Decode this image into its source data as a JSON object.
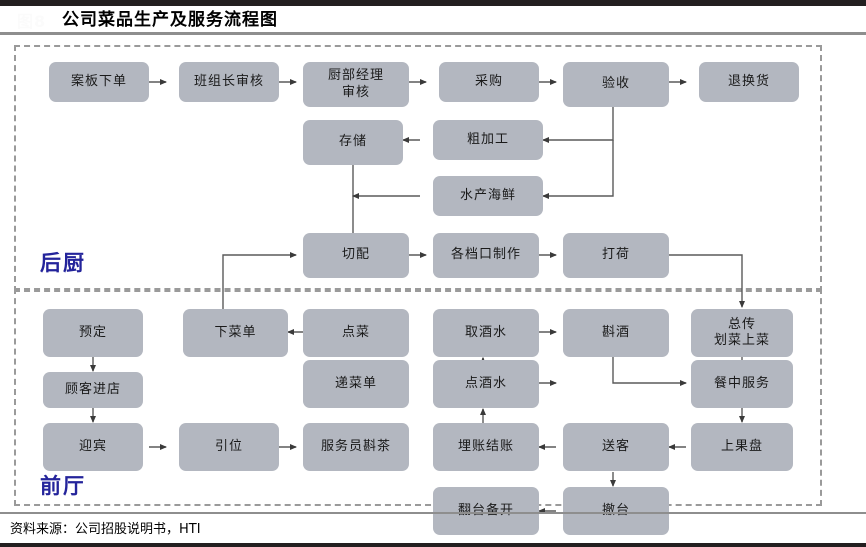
{
  "header": {
    "figure_label": "图8",
    "title": "公司菜品生产及服务流程图"
  },
  "footer": {
    "source": "资料来源：公司招股说明书，HTI"
  },
  "zones": [
    {
      "id": "back-kitchen",
      "label": "后厨"
    },
    {
      "id": "front-hall",
      "label": "前厅"
    }
  ],
  "colors": {
    "node_fill": "#b3b7c0",
    "zone_border": "#9a9a9a",
    "zone_label": "#24249b",
    "wire": "#555555",
    "rule": "#8e8e8e",
    "bar": "#231f20"
  },
  "nodes": {
    "an_ban_xia_dan": "案板下单",
    "ban_zu_zhang_shen_he": "班组长审核",
    "chu_bu_jing_li_shen_he": "厨部经理\n审核",
    "cai_gou": "采购",
    "yan_shou": "验收",
    "tui_huan_huo": "退换货",
    "cun_chu": "存储",
    "cu_jia_gong": "粗加工",
    "shui_chan_hai_xian": "水产海鲜",
    "qie_pei": "切配",
    "ge_dang_kou_zhi_zuo": "各档口制作",
    "da_he": "打荷",
    "yu_ding": "预定",
    "xia_cai_dan": "下菜单",
    "dian_cai": "点菜",
    "qu_jiu_shui": "取酒水",
    "dou_jiu": "斟酒",
    "zong_chuan_hua_cai_shang_cai": "总传\n划菜上菜",
    "gu_ke_jin_dian": "顾客进店",
    "di_cai_dan": "递菜单",
    "dian_jiu_shui": "点酒水",
    "can_zhong_fu_wu": "餐中服务",
    "ying_bin": "迎宾",
    "yin_wei": "引位",
    "fu_wu_yuan_dou_cha": "服务员斟茶",
    "mai_zhang_jie_zhang": "埋账结账",
    "song_ke": "送客",
    "shang_guo_pan": "上果盘",
    "fan_tai_bei_kai": "翻台备开",
    "che_tai": "撤台"
  }
}
